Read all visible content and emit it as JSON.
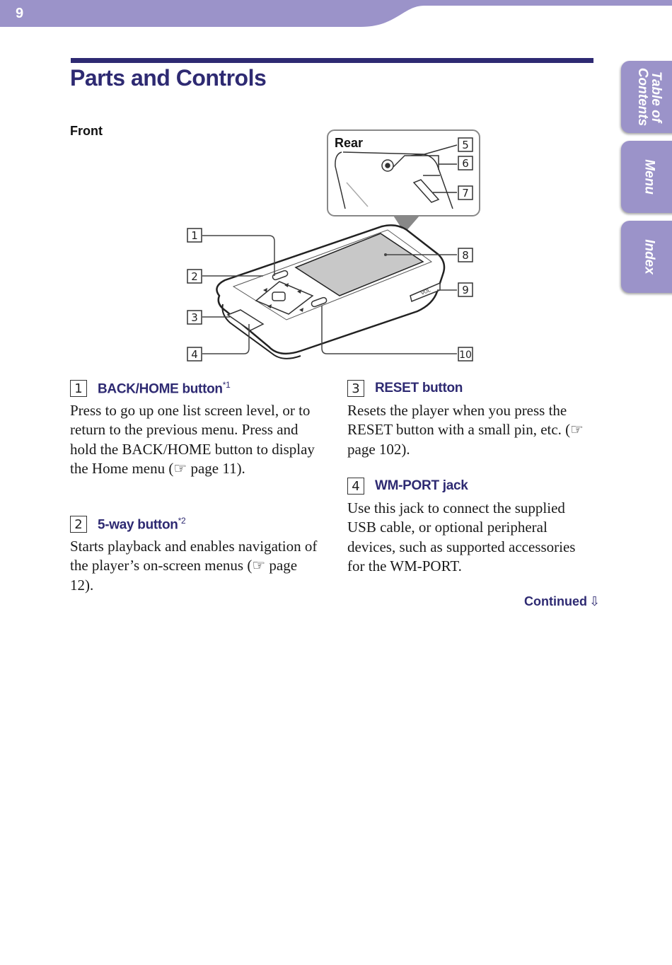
{
  "header": {
    "page_number": "9"
  },
  "title": "Parts and Controls",
  "side_tabs": [
    {
      "label": "Table of\nContents"
    },
    {
      "label": "Menu"
    },
    {
      "label": "Index"
    }
  ],
  "figure": {
    "front_label": "Front",
    "rear_label": "Rear",
    "callouts": [
      "1",
      "2",
      "3",
      "4",
      "5",
      "6",
      "7",
      "8",
      "9",
      "10"
    ],
    "vol_label": "VOL"
  },
  "items": [
    {
      "num": "1",
      "title": "BACK/HOME button",
      "note": "*1",
      "body": "Press to go up one list screen level, or to return to the previous menu. Press and hold the BACK/HOME button to display the Home menu (☞ page 11)."
    },
    {
      "num": "2",
      "title": "5-way button",
      "note": "*2",
      "body": "Starts playback and enables navigation of the player’s on-screen menus (☞ page 12)."
    },
    {
      "num": "3",
      "title": "RESET button",
      "note": "",
      "body": "Resets the player when you press the RESET button with a small pin, etc. (☞ page 102)."
    },
    {
      "num": "4",
      "title": "WM-PORT jack",
      "note": "",
      "body": "Use this jack to connect the supplied USB cable, or optional peripheral devices, such as supported accessories for the WM-PORT."
    }
  ],
  "continued": "Continued",
  "colors": {
    "accent": "#2e2a72",
    "banner": "#9b93c9"
  }
}
